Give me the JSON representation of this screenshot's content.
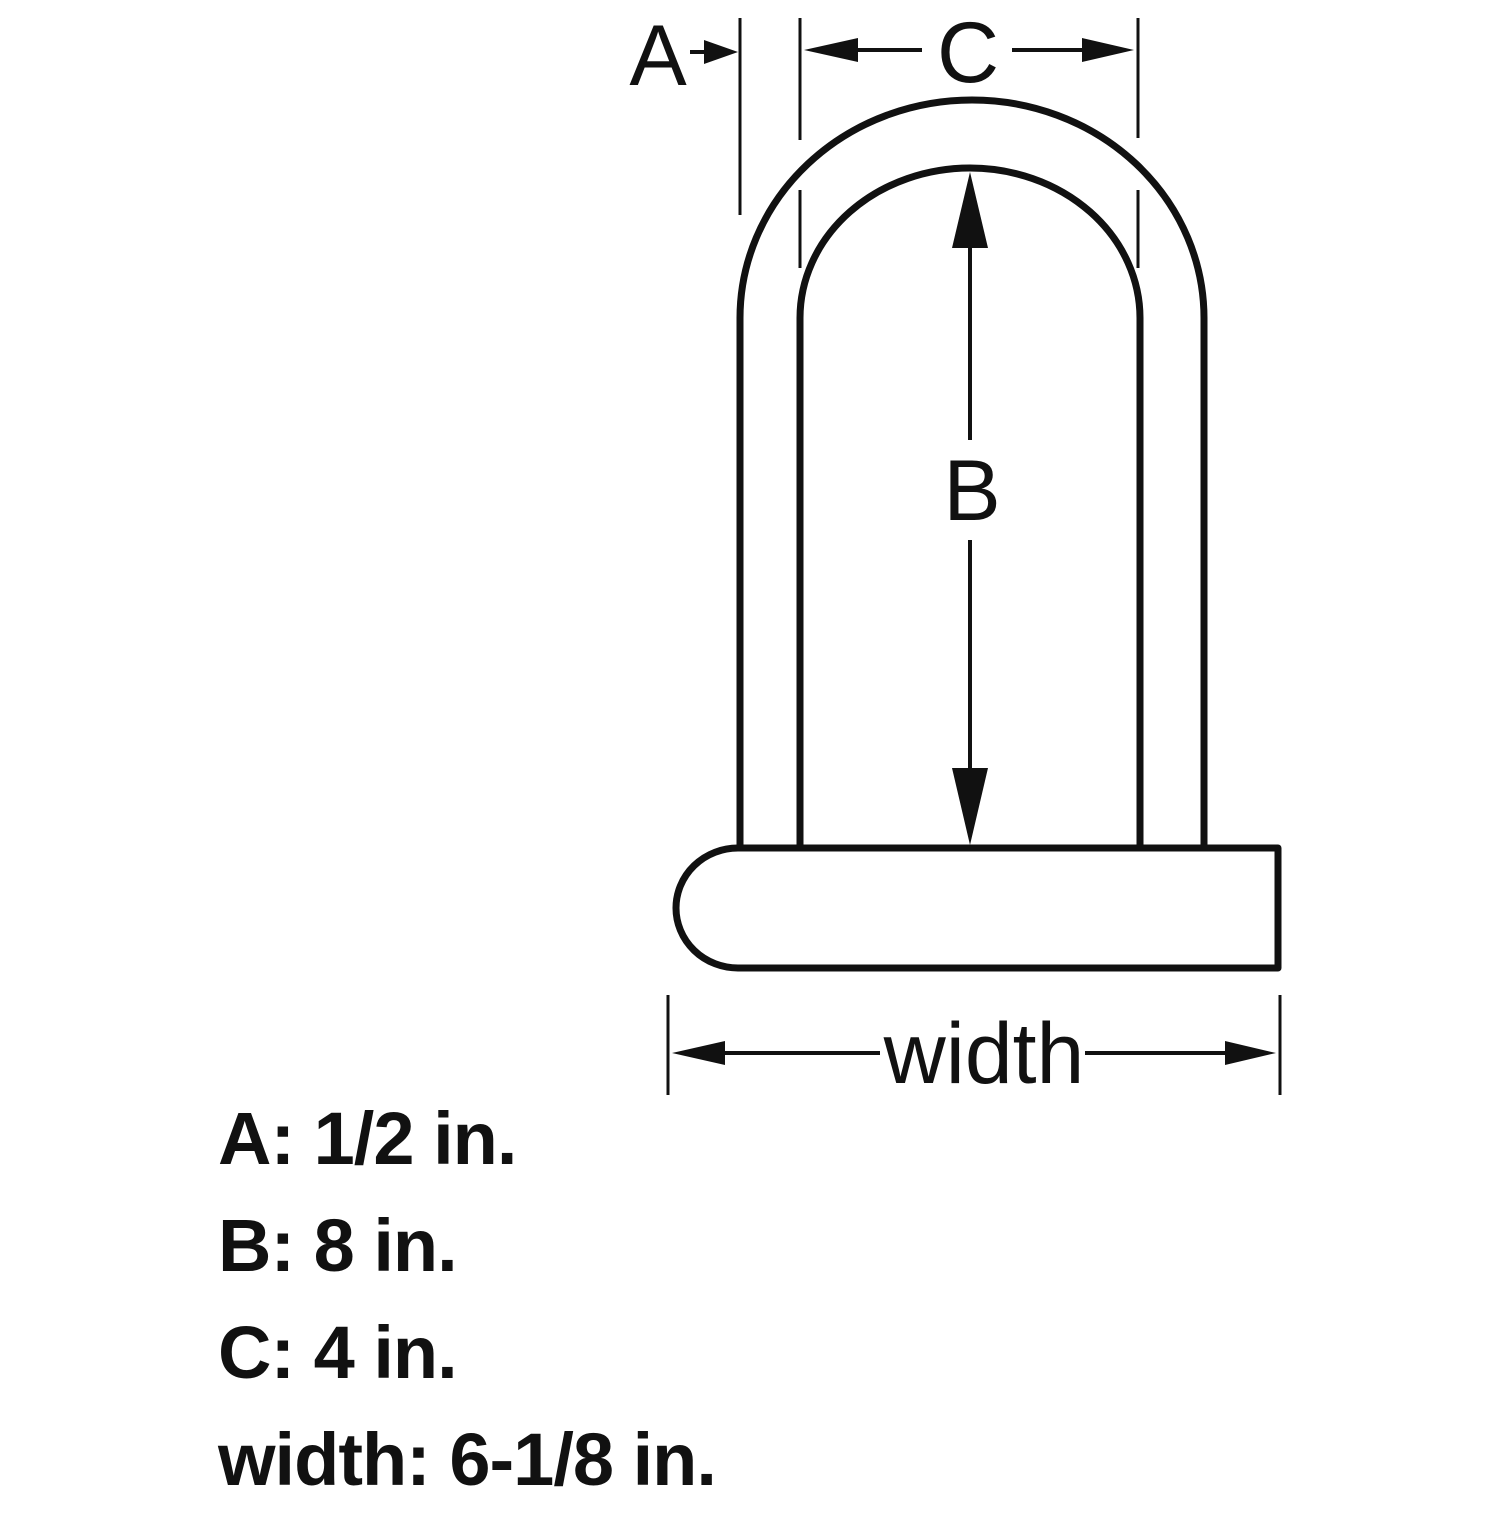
{
  "diagram": {
    "labels": {
      "a": "A",
      "b": "B",
      "c": "C",
      "width": "width"
    }
  },
  "specs": [
    {
      "label": "A",
      "value": "1/2 in."
    },
    {
      "label": "B",
      "value": "8 in."
    },
    {
      "label": "C",
      "value": "4 in."
    },
    {
      "label": "width",
      "value": "6-1/8 in."
    }
  ]
}
